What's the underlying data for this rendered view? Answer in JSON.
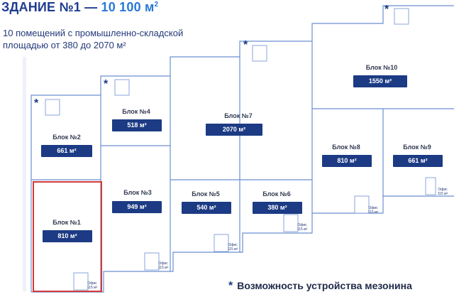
{
  "header": {
    "title_main": "ЗДАНИЕ №1 —",
    "title_area": "10 100 м",
    "title_sup": "2",
    "subtitle": "10 помещений с промышленно-складской площадью от 380 до 2070 м²"
  },
  "blocks": [
    {
      "label": "Блок №1",
      "area": "810 м²"
    },
    {
      "label": "Блок №2",
      "area": "661 м²"
    },
    {
      "label": "Блок №3",
      "area": "949 м²"
    },
    {
      "label": "Блок №4",
      "area": "518 м²"
    },
    {
      "label": "Блок №5",
      "area": "540 м²"
    },
    {
      "label": "Блок №6",
      "area": "380 м²"
    },
    {
      "label": "Блок №7",
      "area": "2070 м²"
    },
    {
      "label": "Блок №8",
      "area": "810 м²"
    },
    {
      "label": "Блок №9",
      "area": "661 м²"
    },
    {
      "label": "Блок №10",
      "area": "1550 м²"
    }
  ],
  "office": {
    "name": "Офис",
    "area": "115 м²"
  },
  "legend": {
    "mark": "*",
    "text": "Возможность устройства мезонина"
  },
  "colors": {
    "badge": "#1c3b84",
    "lines": "#6b8fd0",
    "highlight": "#d43a3a"
  }
}
